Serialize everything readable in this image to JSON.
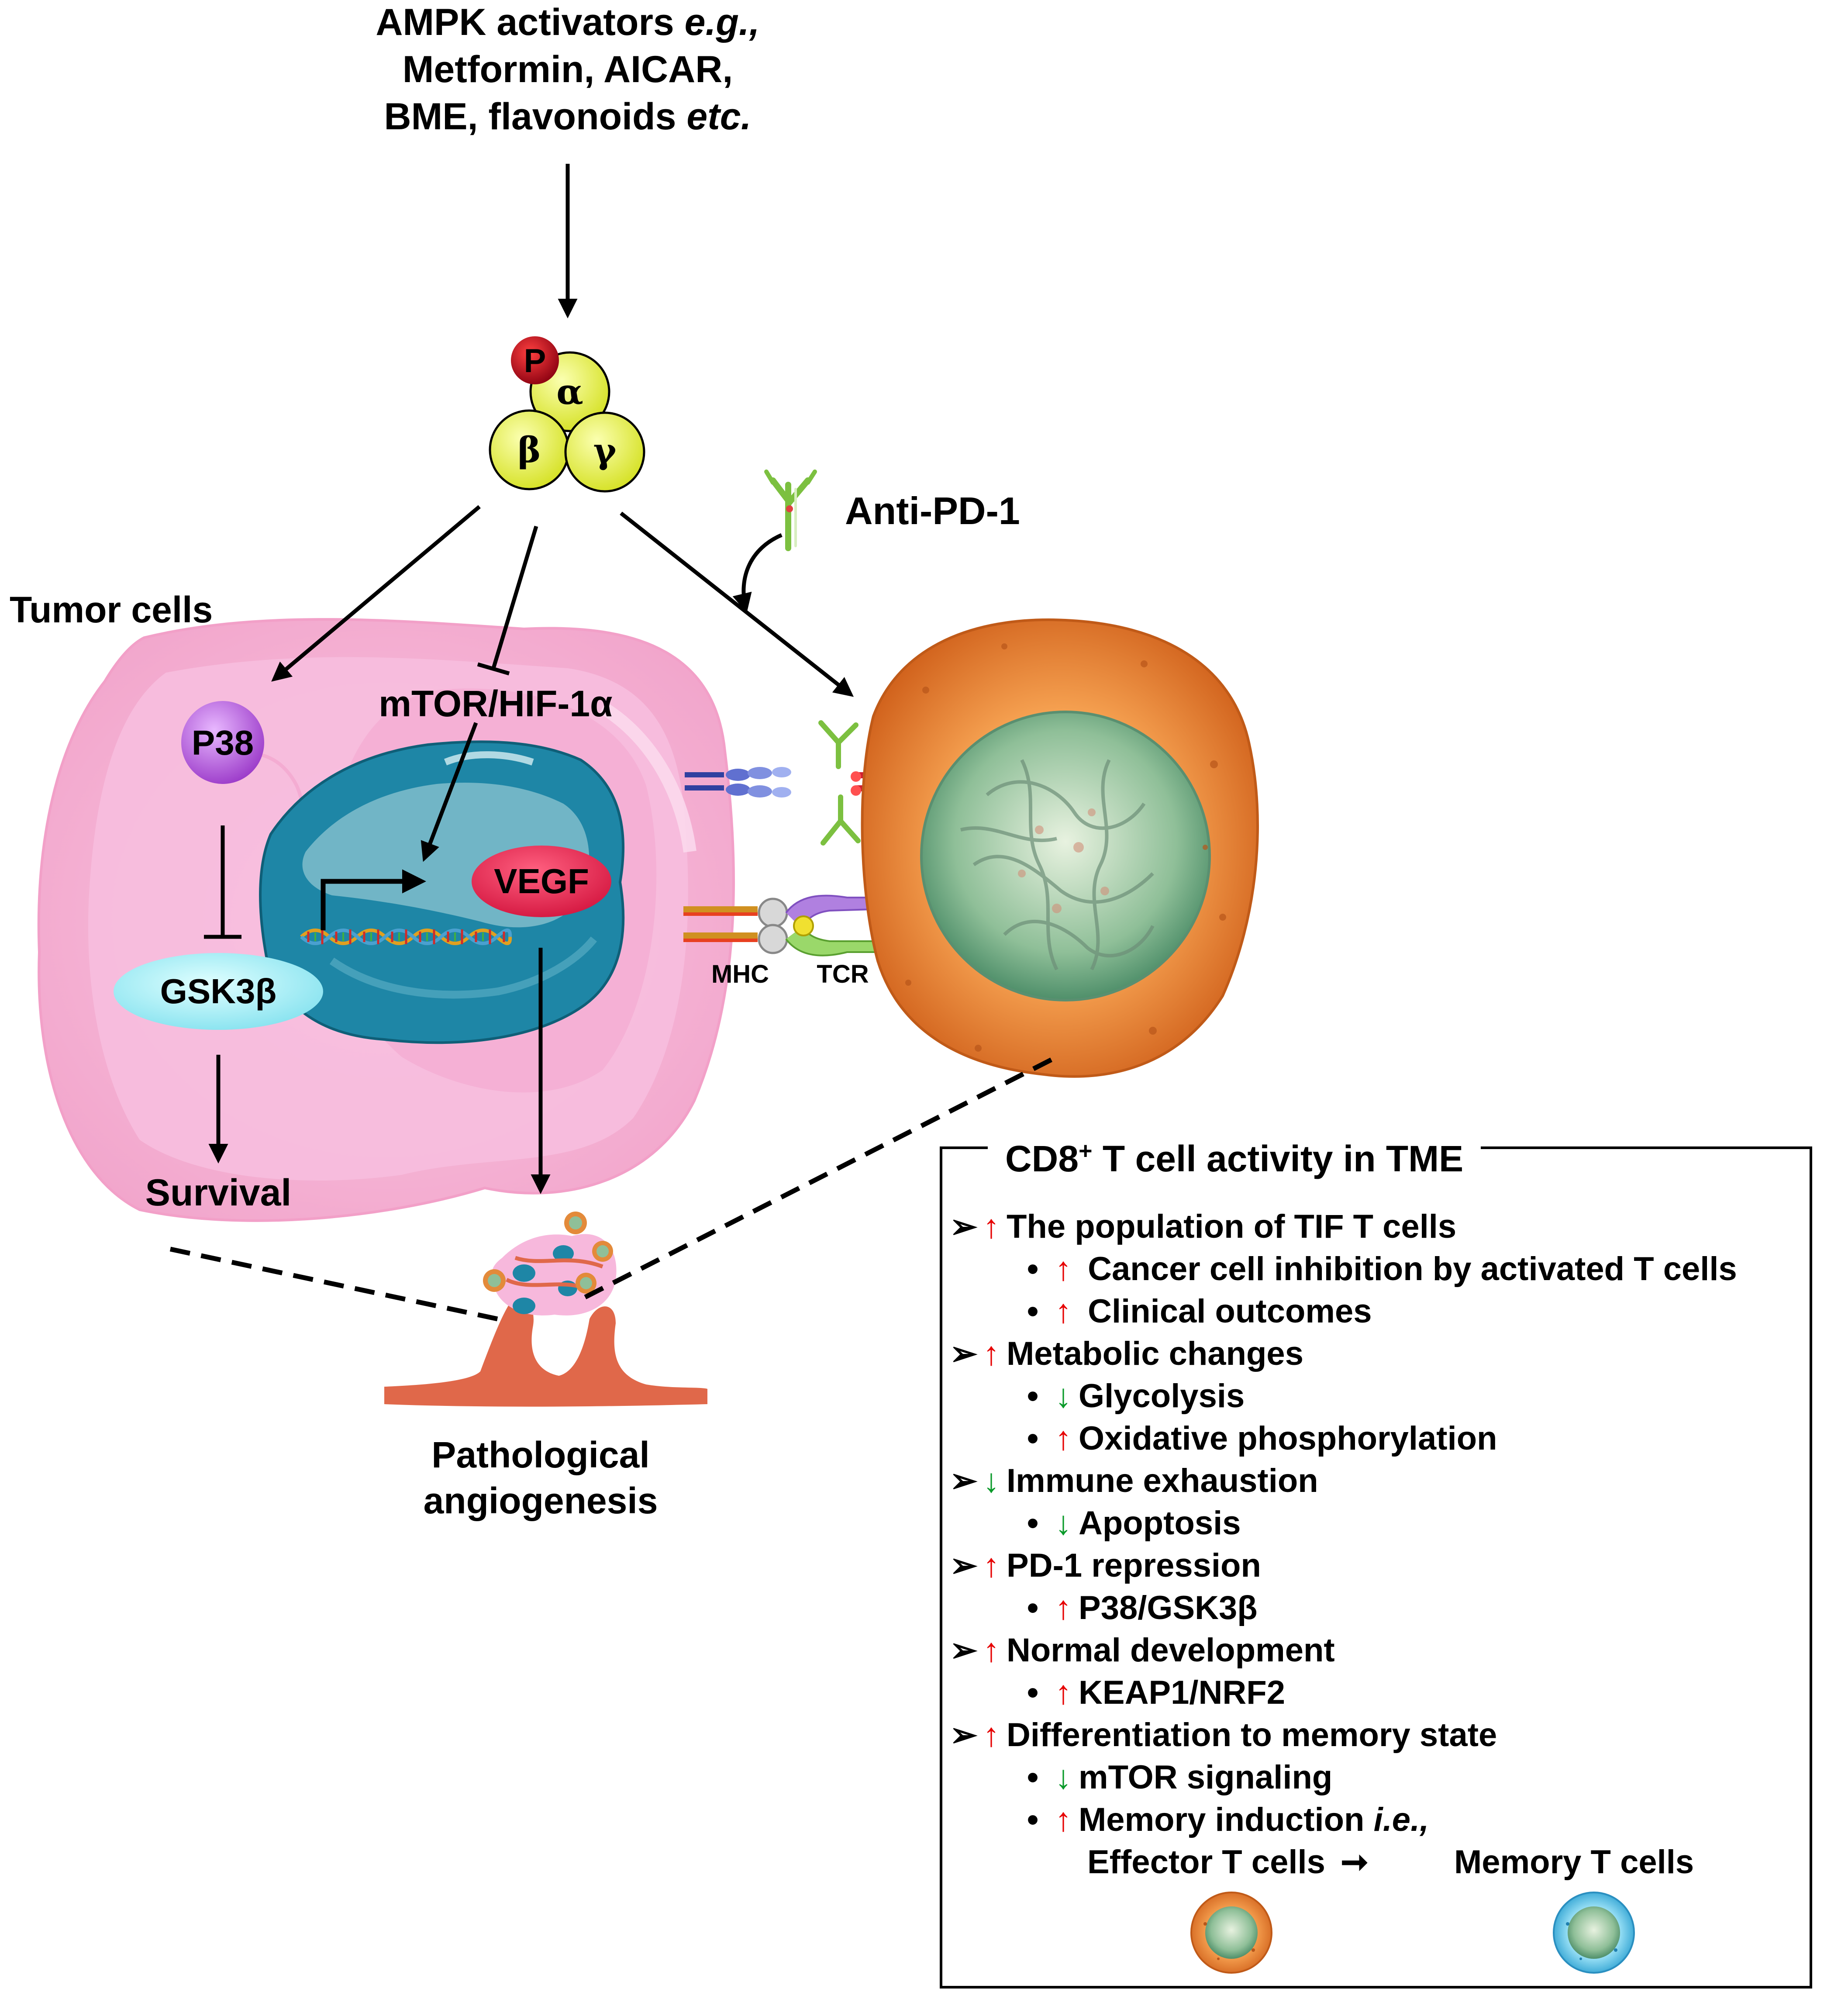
{
  "activators": {
    "line1": "AMPK activators ",
    "line1_italic": "e.g.,",
    "line2": "Metformin, AICAR,",
    "line3": "BME, flavonoids ",
    "line3_italic": "etc."
  },
  "ampk": {
    "p": "P",
    "alpha": "α",
    "beta": "β",
    "gamma": "γ"
  },
  "anti_pd1": "Anti-PD-1",
  "tumor_cells": "Tumor cells",
  "p38": "P38",
  "mtor_hif": "mTOR/HIF-1α",
  "vegf": "VEGF",
  "gsk3b": "GSK3β",
  "survival": "Survival",
  "mhc": "MHC",
  "tcr": "TCR",
  "angiogenesis": {
    "line1": "Pathological",
    "line2": "angiogenesis"
  },
  "tme_box": {
    "title_pre": "CD8",
    "title_sup": "+",
    "title_post": " T cell activity in TME",
    "items": [
      {
        "level": 1,
        "dir": "up",
        "text": "The population of TIF T cells"
      },
      {
        "level": 2,
        "dir": "up",
        "text": " Cancer cell inhibition by activated T cells"
      },
      {
        "level": 2,
        "dir": "up",
        "text": " Clinical outcomes"
      },
      {
        "level": 1,
        "dir": "up",
        "text": "Metabolic changes"
      },
      {
        "level": 2,
        "dir": "down",
        "text": "Glycolysis"
      },
      {
        "level": 2,
        "dir": "up",
        "text": "Oxidative phosphorylation"
      },
      {
        "level": 1,
        "dir": "down",
        "text": "Immune exhaustion"
      },
      {
        "level": 2,
        "dir": "down",
        "text": "Apoptosis"
      },
      {
        "level": 1,
        "dir": "up",
        "text": "PD-1 repression"
      },
      {
        "level": 2,
        "dir": "up",
        "text": "P38/GSK3β"
      },
      {
        "level": 1,
        "dir": "up",
        "text": "Normal development"
      },
      {
        "level": 2,
        "dir": "up",
        "text": "KEAP1/NRF2"
      },
      {
        "level": 1,
        "dir": "up",
        "text": "Differentiation to memory state"
      },
      {
        "level": 2,
        "dir": "down",
        "text": "mTOR signaling"
      },
      {
        "level": 2,
        "dir": "up",
        "text": "Memory induction ",
        "italic": "i.e.,"
      }
    ],
    "effector": "Effector T cells",
    "arrow": "➞",
    "memory": "Memory T cells"
  },
  "colors": {
    "up": "#e60000",
    "down": "#0a9a2a",
    "tumor": "#f6b8d8",
    "nucleus": "#1f8aa8",
    "tcell": "#e07a2e",
    "memory_cell": "#3fb6e0"
  }
}
